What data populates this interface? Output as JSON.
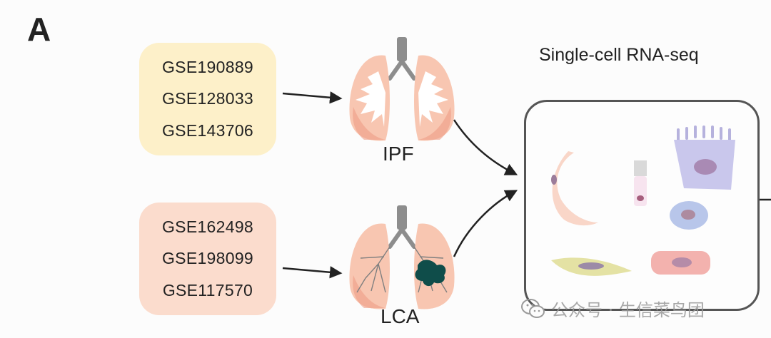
{
  "panel_letter": "A",
  "ipf": {
    "datasets": [
      "GSE190889",
      "GSE128033",
      "GSE143706"
    ],
    "label": "IPF"
  },
  "lca": {
    "datasets": [
      "GSE162498",
      "GSE198099",
      "GSE117570"
    ],
    "label": "LCA"
  },
  "sequencing_title": "Single-cell RNA-seq",
  "watermark": "公众号 · 生信菜鸟团",
  "colors": {
    "ipf_box": "#fdf0c9",
    "lca_box": "#fbdccd",
    "lung_tissue": "#f7c3ae",
    "tumor": "#0f4d4a",
    "panel_border": "#555555"
  },
  "icons": [
    "lung-ipf-icon",
    "lung-lca-icon",
    "wechat-icon"
  ]
}
